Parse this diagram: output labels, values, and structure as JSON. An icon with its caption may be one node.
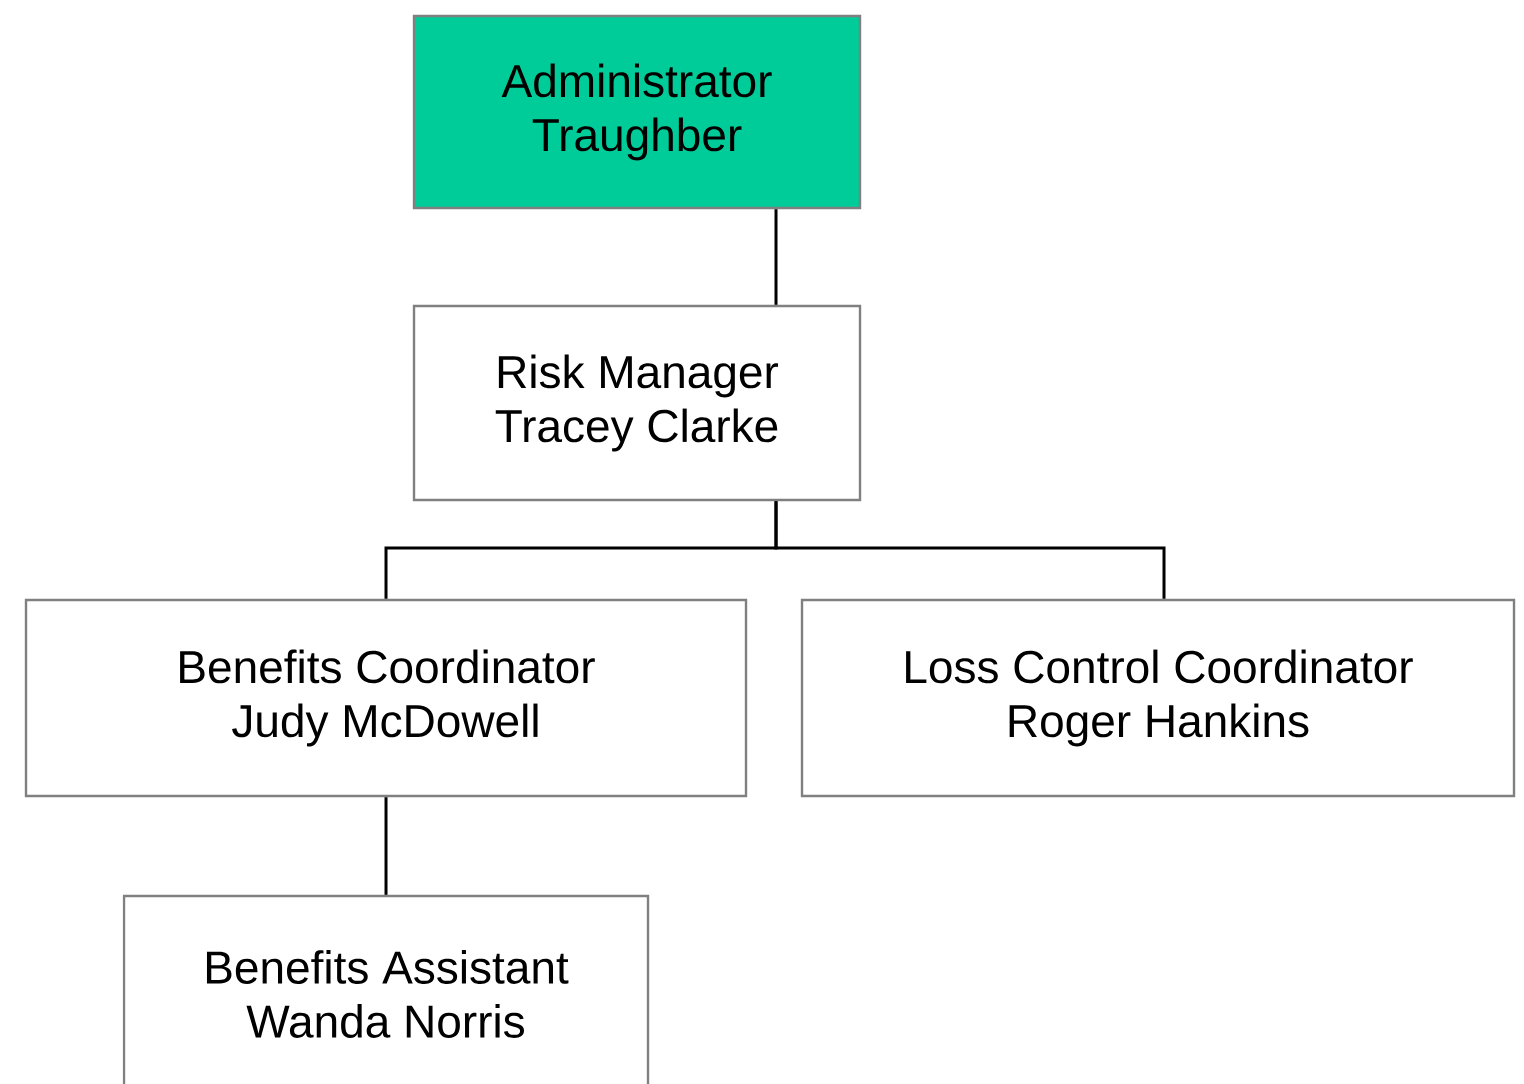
{
  "diagram": {
    "nodes": [
      {
        "text": [
          "Administrator",
          "Traughber"
        ]
      },
      {
        "text": [
          "Risk Manager",
          "Tracey Clarke"
        ]
      },
      {
        "text": [
          "Benefits Coordinator",
          "Judy McDowell"
        ]
      },
      {
        "text": [
          "Loss Control Coordinator",
          "Roger Hankins"
        ]
      },
      {
        "text": [
          "Benefits Assistant",
          "Wanda Norris"
        ]
      }
    ],
    "edges": [
      {
        "from": 0,
        "to": 1,
        "arrow": "none"
      },
      {
        "from": 1,
        "to": 2,
        "arrow": "none"
      },
      {
        "from": 1,
        "to": 3,
        "arrow": "none"
      },
      {
        "from": 2,
        "to": 4,
        "arrow": "none"
      }
    ]
  }
}
